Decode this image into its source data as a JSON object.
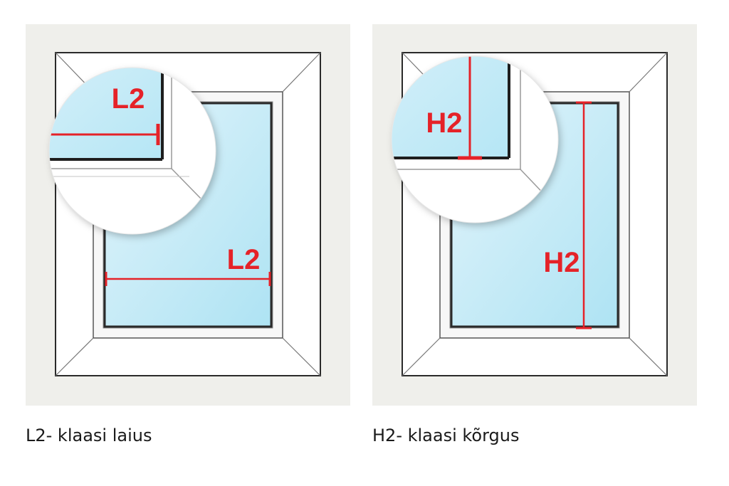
{
  "left": {
    "label_main": "L2",
    "label_zoom": "L2",
    "caption": "L2- klaasi laius"
  },
  "right": {
    "label_main": "H2",
    "label_zoom": "H2",
    "caption": "H2- klaasi kõrgus"
  },
  "colors": {
    "panel_bg": "#efefeb",
    "frame_white": "#ffffff",
    "frame_outline": "#2a2a2a",
    "glass_light": "#e2f4fb",
    "glass_dark": "#aee3f3",
    "measure_red": "#e52228"
  }
}
